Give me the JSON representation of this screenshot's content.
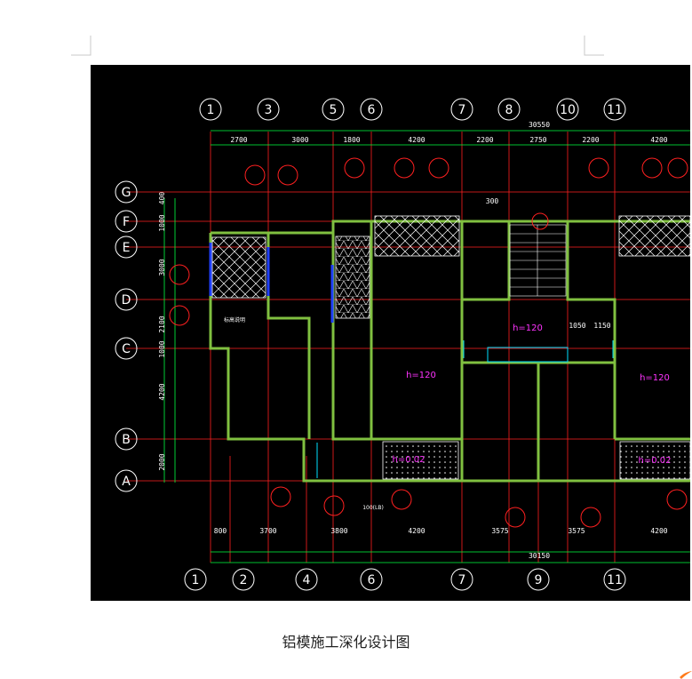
{
  "caption": "铝模施工深化设计图",
  "colors": {
    "canvas_bg": "#000000",
    "axis_line": "#ff2020",
    "dimension": "#00ff40",
    "wall": "#80c040",
    "magenta": "#ff33ff",
    "cyan": "#00e0ff",
    "blue": "#2040ff",
    "text": "#ffffff"
  },
  "drawing": {
    "top_axes": [
      "1",
      "3",
      "5",
      "6",
      "7",
      "8",
      "10",
      "11"
    ],
    "bottom_axes": [
      "1",
      "2",
      "4",
      "6",
      "7",
      "9",
      "11"
    ],
    "row_axes": [
      "G",
      "F",
      "E",
      "D",
      "C",
      "B",
      "A"
    ],
    "top_total_dim": "30550",
    "bottom_total_dim": "30150",
    "top_dims": [
      "2700",
      "3000",
      "1800",
      "4200",
      "2200",
      "2750",
      "2200",
      "4200"
    ],
    "bottom_dims": [
      "800",
      "3700",
      "3800",
      "4200",
      "3575",
      "3575",
      "4200"
    ],
    "side_dims": [
      "400",
      "1000",
      "3000",
      "2100",
      "1000",
      "4200",
      "2000"
    ],
    "slab_labels": [
      "h=120",
      "h=120",
      "h=120",
      "h=0.02",
      "h=0.02"
    ],
    "small_dims": [
      "1050",
      "1150",
      "300"
    ],
    "notes": [
      "标高说明",
      "100(LB)"
    ]
  }
}
